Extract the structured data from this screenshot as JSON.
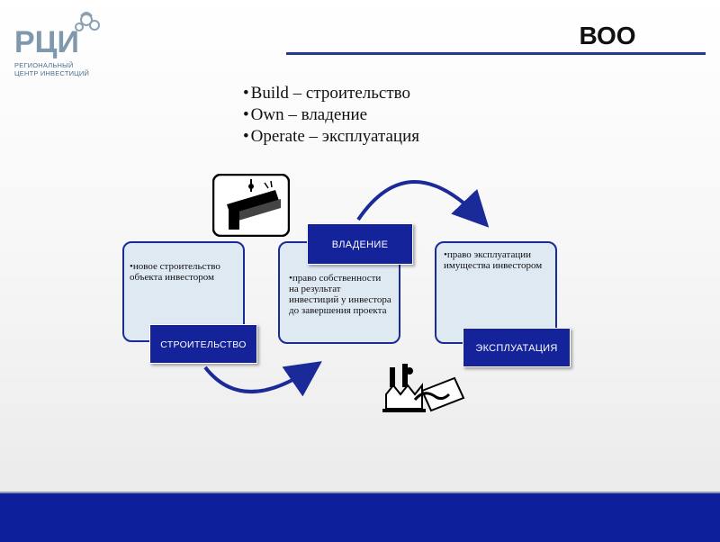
{
  "logo": {
    "mark": "РЦИ",
    "line1": "РЕГИОНАЛЬНЫЙ",
    "line2": "ЦЕНТР ИНВЕСТИЦИЙ"
  },
  "slide": {
    "title": "ВОО",
    "bullets": [
      "Build – строительство",
      "Own – владение",
      "Operate – эксплуатация"
    ]
  },
  "cycle": {
    "construction": {
      "label": "СТРОИТЕЛЬСТВО",
      "text": "новое строительство объекта инвестором"
    },
    "ownership": {
      "label": "ВЛАДЕНИЕ",
      "text": "право собственности на результат инвестиций у инвестора до завершения проекта"
    },
    "operation": {
      "label": "ЭКСПЛУАТАЦИЯ",
      "text": "право эксплуатации имущества инвестором"
    }
  },
  "colors": {
    "accent": "#14239a",
    "card_fill": "#dfe9f1",
    "footer": "#0d1f9a"
  }
}
